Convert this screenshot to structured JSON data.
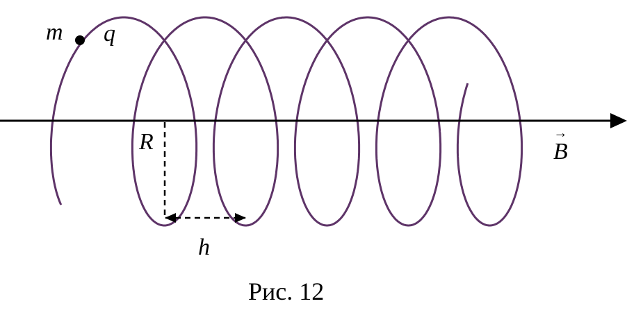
{
  "labels": {
    "mass": "m",
    "charge": "q",
    "radius": "R",
    "pitch": "h",
    "field": "B",
    "field_vector_mark": "→"
  },
  "caption": "Рис. 12",
  "colors": {
    "helix": "#5e3468",
    "axis": "#000000"
  },
  "helix": {
    "turns": 5
  }
}
